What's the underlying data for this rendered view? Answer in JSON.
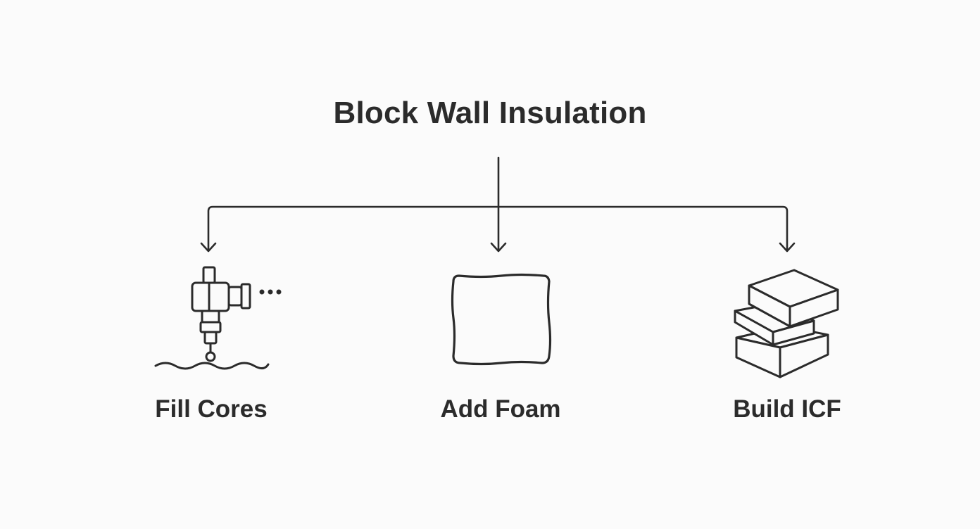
{
  "diagram": {
    "title": "Block Wall Insulation",
    "branches": [
      {
        "label": "Fill Cores",
        "icon": "spray-nozzle-icon"
      },
      {
        "label": "Add Foam",
        "icon": "foam-board-icon"
      },
      {
        "label": "Build ICF",
        "icon": "stacked-blocks-icon"
      }
    ],
    "colors": {
      "stroke": "#2b2b2b",
      "background": "#fbfbfb"
    }
  }
}
